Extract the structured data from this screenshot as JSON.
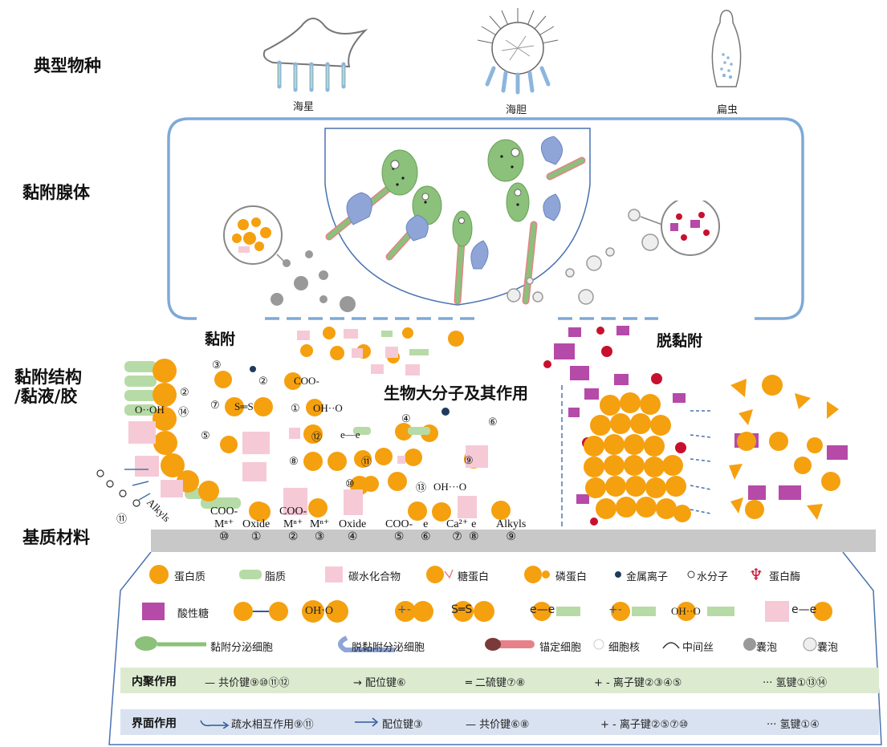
{
  "rows": {
    "species": "典型物种",
    "gland": "黏附腺体",
    "structure": "黏附结构\n/黏液/胶",
    "substrate": "基质材料"
  },
  "species": [
    "海星",
    "海胆",
    "扁虫"
  ],
  "sections": {
    "adhesion": "黏附",
    "detach": "脱黏附",
    "macro": "生物大分子及其作用"
  },
  "substrate_labels": [
    {
      "top": "COO-",
      "mid": "Mⁿ⁺",
      "num": "⑩"
    },
    {
      "top": "",
      "mid": "Oxide",
      "num": "①"
    },
    {
      "top": "COO-",
      "mid": "Mⁿ⁺",
      "num": "②"
    },
    {
      "top": "",
      "mid": "Mⁿ⁺",
      "num": "③"
    },
    {
      "top": "",
      "mid": "Oxide",
      "num": "④"
    },
    {
      "top": "",
      "mid": "COO-",
      "num": "⑤"
    },
    {
      "top": "",
      "mid": "e",
      "num": "⑥"
    },
    {
      "top": "",
      "mid": "Ca²⁺",
      "num": "⑦"
    },
    {
      "top": "",
      "mid": "e",
      "num": "⑧"
    },
    {
      "top": "",
      "mid": "Alkyls",
      "num": "⑨"
    }
  ],
  "interaction_marks": {
    "m1": "③",
    "m2": "②",
    "coo": "COO-",
    "m7": "⑦",
    "ss": "S═S",
    "m1b": "①",
    "oho": "OH··O",
    "m5": "⑤",
    "m12": "⑫",
    "ee": "e—e",
    "m8": "⑧",
    "m11": "⑪",
    "m10": "⑩",
    "m13": "⑬",
    "ohoo": "OH···O",
    "m4": "④",
    "m6": "⑥",
    "m9": "⑨",
    "left2": "②",
    "left14": "⑭",
    "lefto": "O··OH",
    "left11": "⑪",
    "alkyls": "Alkyls"
  },
  "legend_row1": [
    "蛋白质",
    "脂质",
    "碳水化合物",
    "糖蛋白",
    "磷蛋白",
    "金属离子",
    "水分子",
    "蛋白酶"
  ],
  "legend_row2": [
    "酸性糖",
    "OH·O",
    "+-",
    "S═S",
    "e—e",
    "+-",
    "OH··O",
    "e—e"
  ],
  "legend_row3": [
    "黏附分泌细胞",
    "脱黏附分泌细胞",
    "锚定细胞",
    "细胞核",
    "中间丝",
    "囊泡",
    "囊泡"
  ],
  "cohesion": {
    "title": "内聚作用",
    "items": [
      "— 共价键⑨⑩⑪⑫",
      "→ 配位键⑥",
      "═ 二硫键⑦⑧",
      "+ - 离子键②③④⑤",
      "··· 氢键①⑬⑭"
    ]
  },
  "interface": {
    "title": "界面作用",
    "items": [
      "疏水相互作用⑨⑪",
      "配位键③",
      "— 共价键⑥⑧",
      "+ - 离子键②⑤⑦⑩",
      "··· 氢键①④"
    ]
  },
  "colors": {
    "protein": "#F5A00F",
    "lipid": "#B7DBA6",
    "carb": "#F6C9D6",
    "metal": "#1F3B5C",
    "enzyme": "#C8102E",
    "acidic": "#B54AA8",
    "frame": "#7EA9D8",
    "cohesion_band": "#DCEBD0",
    "interface_band": "#D9E2F1",
    "substrate": "#C8C8C8"
  }
}
